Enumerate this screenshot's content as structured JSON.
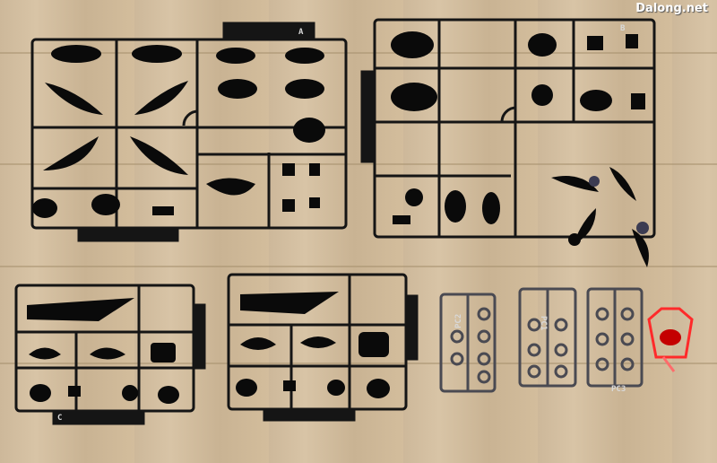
{
  "watermark": {
    "text": "Dalong.net"
  },
  "sprue_tags": {
    "a": "A",
    "b": "B",
    "c": "C",
    "pc1": "PC1",
    "pc2": "PC2",
    "pc3": "PC3"
  },
  "colors": {
    "wood": "#d2bd9e",
    "sprue": "#151515",
    "gray_sprue": "#4a4a52",
    "red_sprue": "#ff2a2a"
  }
}
